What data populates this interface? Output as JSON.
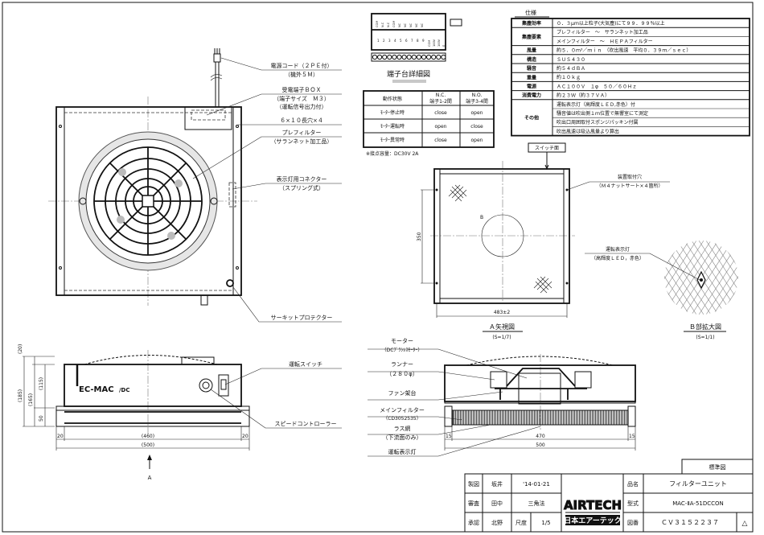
{
  "front_view": {
    "callouts": {
      "power_cord": "電源コード（２ＰＥ付）",
      "power_cord_sub": "（機外５Ｍ）",
      "terminal_box": "受電端子ＢＯＸ",
      "terminal_box_sub1": "（端子サイズ　Ｍ３）",
      "terminal_box_sub2": "（運転信号出力付）",
      "slot_holes": "６×１０長穴×４",
      "prefilter": "プレフィルター",
      "prefilter_sub": "（サランネット加工品）",
      "lamp_connector": "表示灯用コネクター",
      "lamp_connector_sub": "（スプリング式）",
      "circuit_protector": "サーキットプロテクター"
    }
  },
  "side_view": {
    "brand": "EC-MAC",
    "brand_suffix": "/DC",
    "callouts": {
      "run_switch": "運転スイッチ",
      "speed_controller": "スピードコントローラー"
    },
    "dims": {
      "d20_top": "(20)",
      "d185": "(185)",
      "d165": "(165)",
      "d115": "(115)",
      "d50": "50",
      "d20_left": "20",
      "d460": "(460)",
      "d20_right": "20",
      "d500": "(500)"
    },
    "arrow_label": "A"
  },
  "terminal_block": {
    "top_labels": [
      "COM",
      "N.C",
      "N.C",
      "COM",
      "NC",
      "NC",
      "NC",
      "NC",
      "NC"
    ],
    "numbers": [
      "1",
      "2",
      "3",
      "4",
      "5",
      "6",
      "7",
      "8",
      "9"
    ],
    "power_labels": [
      "COM",
      "100V",
      "100V",
      "E"
    ],
    "title": "端子台詳細図"
  },
  "contact_table": {
    "headers": [
      "動作状態",
      "N.C.\n端子1-2間",
      "N.O.\n端子3-4間"
    ],
    "header_nc": [
      "N.C.",
      "端子1-2間"
    ],
    "header_no": [
      "N.O.",
      "端子3-4間"
    ],
    "rows": [
      {
        "state": "ﾓｰﾀｰ停止時",
        "nc": "close",
        "no": "open"
      },
      {
        "state": "ﾓｰﾀｰ運転時",
        "nc": "open",
        "no": "close"
      },
      {
        "state": "ﾓｰﾀｰ異常時",
        "nc": "close",
        "no": "open"
      }
    ],
    "note": "※接点容量：DC30V 2A"
  },
  "specs": {
    "title": "仕様",
    "rows": [
      {
        "label": "集塵効率",
        "values": [
          "０．３μｍ以上粒子(大気塵)にて９９．９９％以上"
        ]
      },
      {
        "label": "集塵要素",
        "values": [
          "プレフィルター　～　サランネット加工品",
          "メインフィルター　～　ＨＥＰＡフィルター"
        ]
      },
      {
        "label": "風量",
        "values": [
          "約５．０ｍ³／ｍｉｎ　（吹出風速　平均０．３９ｍ／ｓｅｃ）"
        ]
      },
      {
        "label": "構造",
        "values": [
          "ＳＵＳ４３０"
        ]
      },
      {
        "label": "騒音",
        "values": [
          "約５４ｄＢＡ"
        ]
      },
      {
        "label": "重量",
        "values": [
          "約１０ｋｇ"
        ]
      },
      {
        "label": "電源",
        "values": [
          "ＡＣ１００Ｖ　１φ　５０／６０Ｈｚ"
        ]
      },
      {
        "label": "消費電力",
        "values": [
          "約２３Ｗ（約３７ＶＡ）"
        ]
      },
      {
        "label": "その他",
        "values": [
          "運転表示灯（高輝度ＬＥＤ,赤色）付",
          "騒音値は吹出側１ｍ位置で無響室にて測定",
          "吹出口周囲取付スポンジパッキン付属",
          "吹出風速は吸込風量より算出"
        ]
      }
    ]
  },
  "a_view": {
    "switch_side": "スイッチ面",
    "mount_hole": "装置取付穴",
    "mount_hole_sub": "（Ｍ４ナットサート×４箇所）",
    "b_mark": "B",
    "dim_height": "350",
    "dim_width": "483±2",
    "title": "Ａ矢視図",
    "scale": "(S=1/7)"
  },
  "b_view": {
    "lamp": "運転表示灯",
    "lamp_sub": "（高輝度ＬＥＤ，赤色）",
    "title": "Ｂ部拡大図",
    "scale": "(S=1/1)"
  },
  "section_view": {
    "callouts": {
      "motor": "モーター",
      "motor_sub": "（DCﾌﾞﾗｼﾚｽﾓｰﾀｰ）",
      "runner": "ランナー",
      "runner_sub": "（２８０φ）",
      "fan_frame": "ファン架台",
      "main_filter": "メインフィルター",
      "main_filter_sub": "（CD3052535）",
      "lath_net": "ラス網",
      "lath_net_sub": "（下流面のみ）",
      "run_lamp": "運転表示灯"
    },
    "dims": {
      "d15_left": "15",
      "d470": "470",
      "d15_right": "15",
      "d500": "500"
    }
  },
  "title_block": {
    "standard": "標準図",
    "drawn_label": "製図",
    "drawn_by": "坂井",
    "date": "'14-01-21",
    "checked_label": "審査",
    "checked_by": "田中",
    "projection": "三角法",
    "approved_label": "承認",
    "approved_by": "北野",
    "scale_label": "尺度",
    "scale": "1/5",
    "company_en": "AIRTECH",
    "company_jp": "日本エアーテック",
    "name_label": "品名",
    "name": "フィルターユニット",
    "model_label": "型式",
    "model": "MAC-ⅡA-51DCCON",
    "drawing_no_label": "図番",
    "drawing_no": "ＣＶ３１５２２３７",
    "revision": "△"
  }
}
